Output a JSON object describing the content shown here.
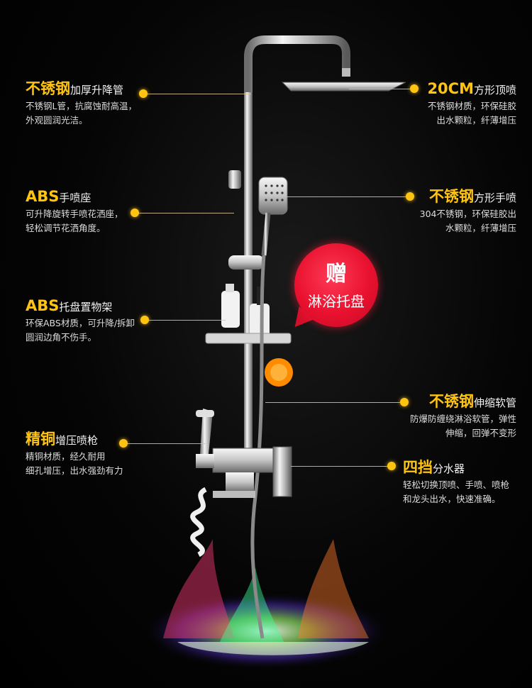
{
  "gift_badge": {
    "line1": "赠",
    "line2": "淋浴托盘"
  },
  "annotations": {
    "pipe": {
      "highlight": "不锈钢",
      "rest": "加厚升降管",
      "desc1": "不锈钢L管，抗腐蚀耐高温，",
      "desc2": "外观圆润光洁。"
    },
    "hand_seat": {
      "highlight": "ABS",
      "rest": "手喷座",
      "desc1": "可升降旋转手喷花洒座，",
      "desc2": "轻松调节花洒角度。"
    },
    "shelf": {
      "highlight": "ABS",
      "rest": "托盘置物架",
      "desc1": "环保ABS材质，可升降/拆卸",
      "desc2": "圆润边角不伤手。"
    },
    "spray_gun": {
      "highlight": "精铜",
      "rest": "增压喷枪",
      "desc1": "精铜材质，经久耐用",
      "desc2": "细孔增压，出水强劲有力"
    },
    "top_shower": {
      "highlight": "20CM",
      "rest": "方形顶喷",
      "desc1": "不锈钢材质，环保硅胶",
      "desc2": "出水颗粒，纤薄增压"
    },
    "hand_shower": {
      "highlight": "不锈钢",
      "rest": "方形手喷",
      "desc1": "304不锈钢，环保硅胶出",
      "desc2": "水颗粒，纤薄增压"
    },
    "hose": {
      "highlight": "不锈钢",
      "rest": "伸缩软管",
      "desc1": "防爆防缠绕淋浴软管，弹性",
      "desc2": "伸缩，回弹不变形"
    },
    "diverter": {
      "highlight": "四挡",
      "rest": "分水器",
      "desc1": "轻松切换顶喷、手喷、喷枪",
      "desc2": "和龙头出水，快速准确。"
    }
  },
  "colors": {
    "highlight": "#ffc412",
    "badge": "#e8112f",
    "background": "#000000"
  }
}
